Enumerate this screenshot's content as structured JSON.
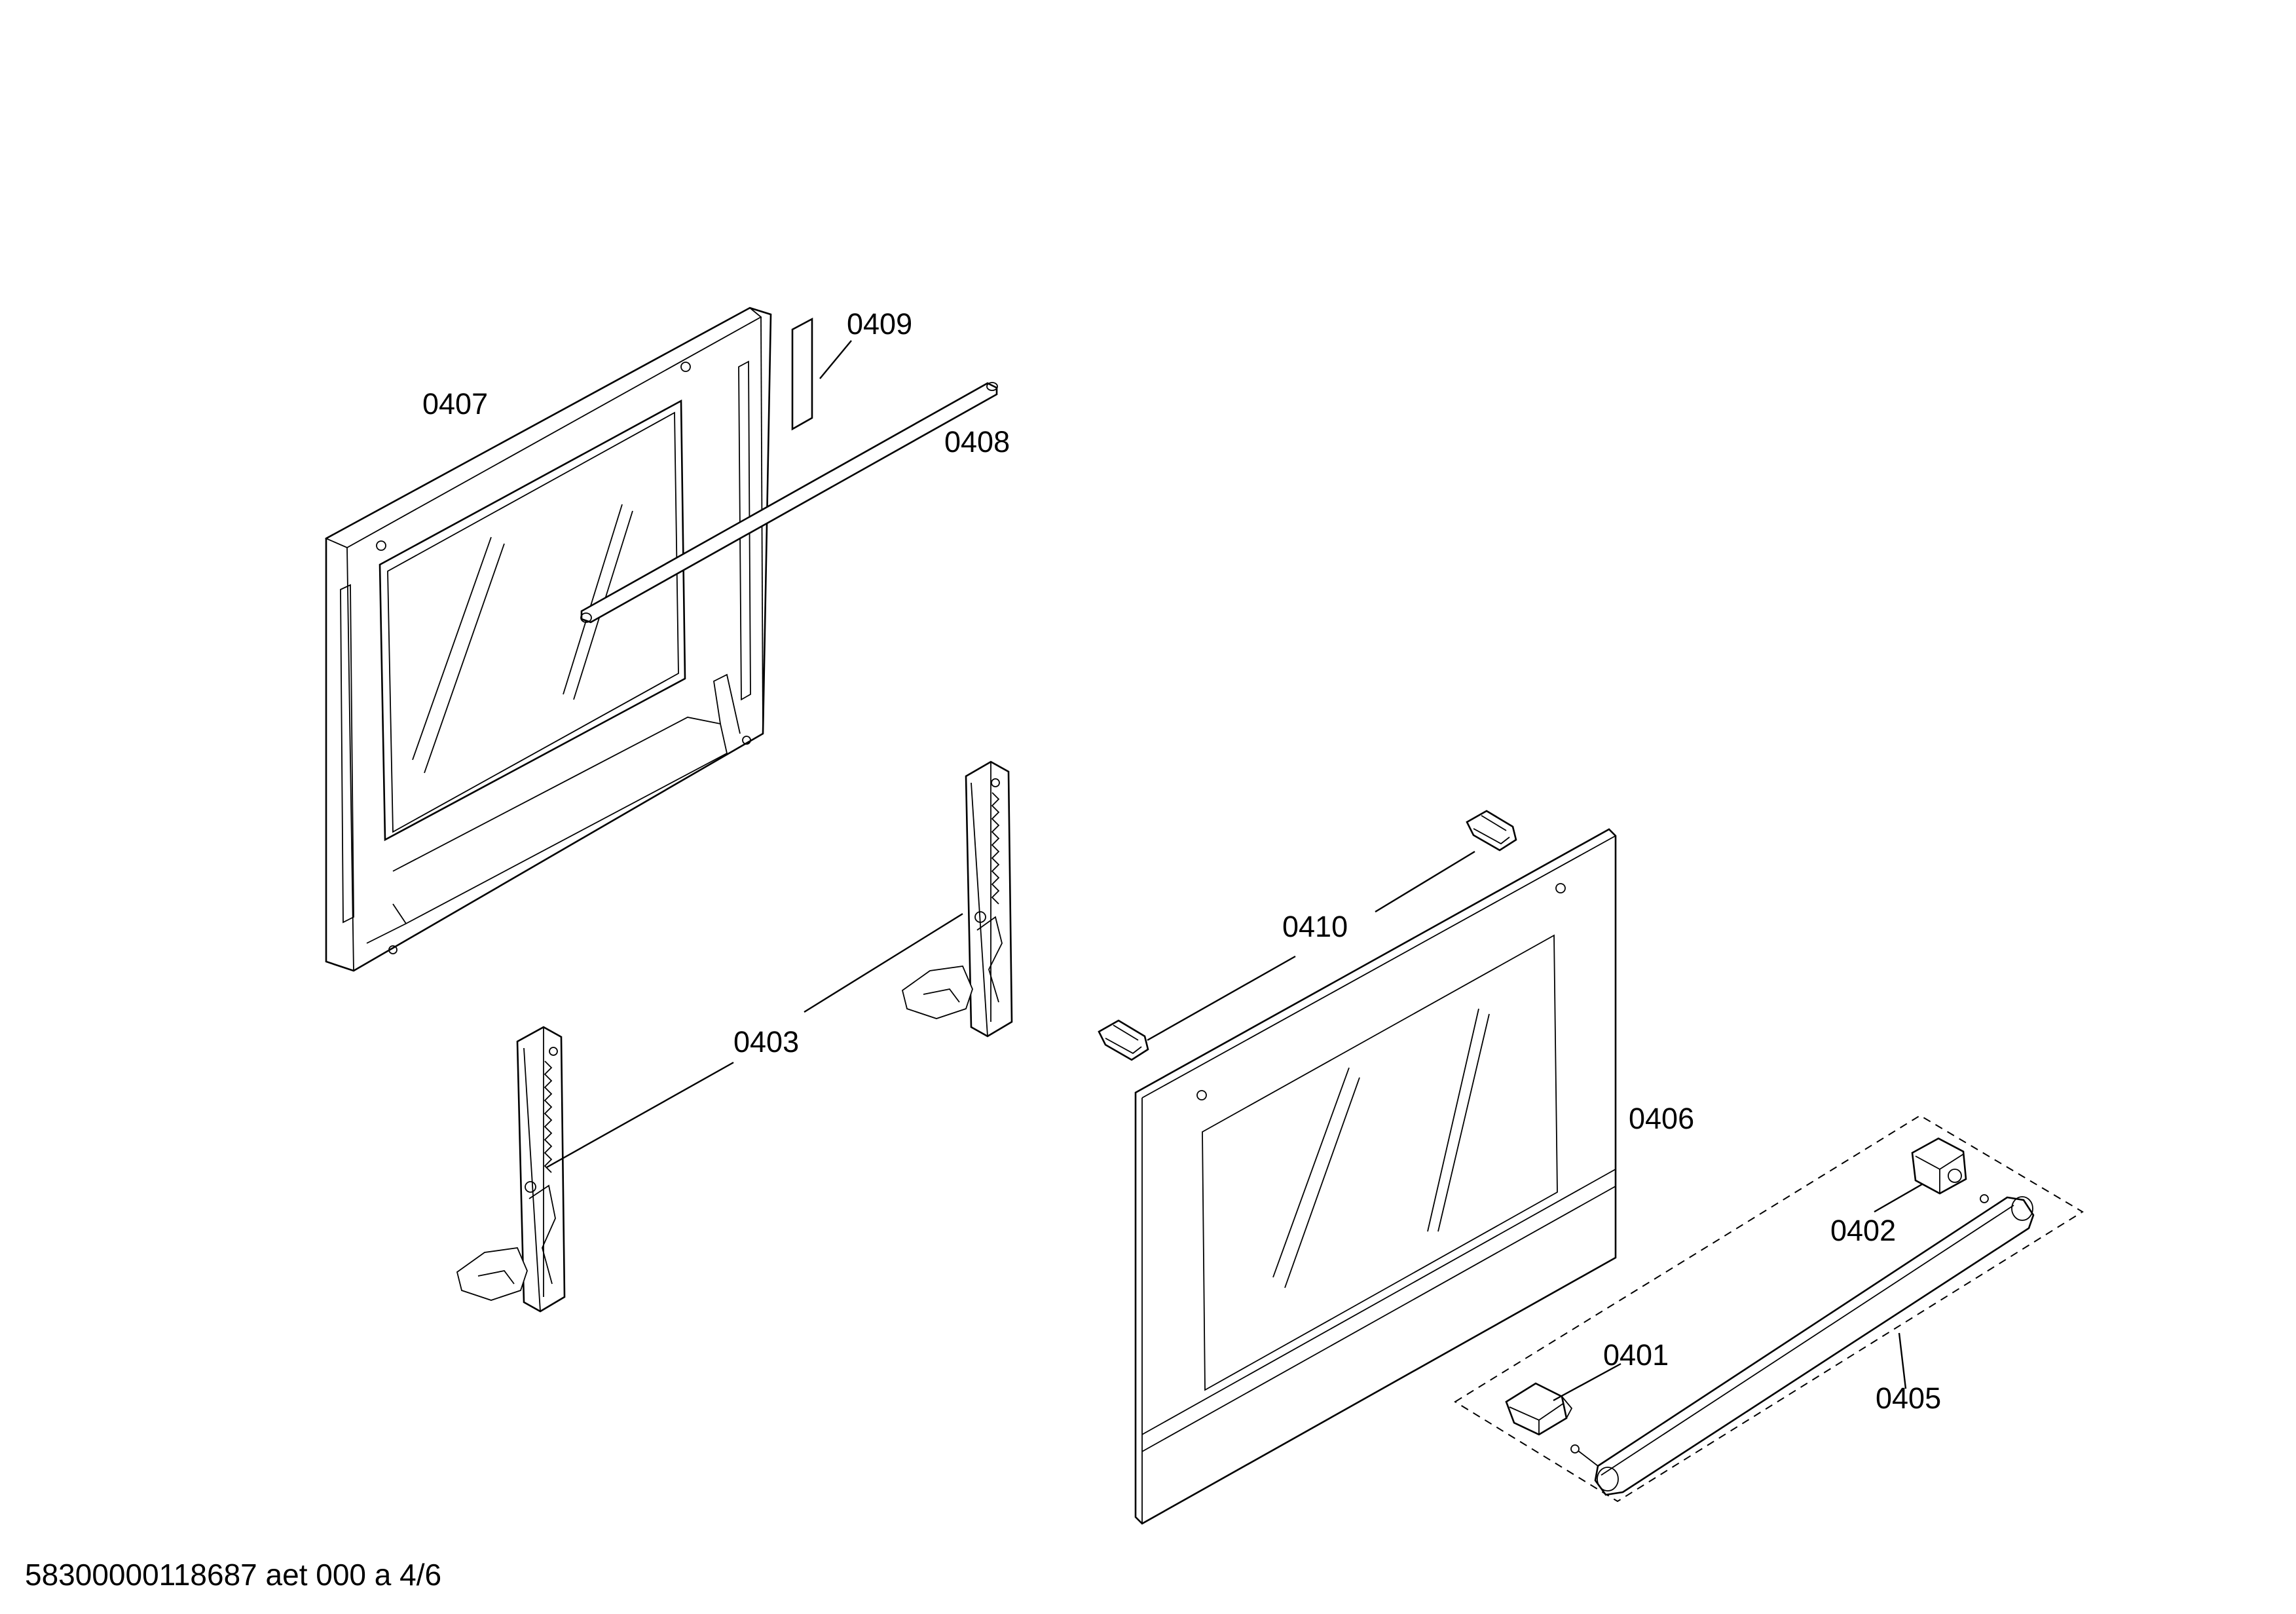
{
  "parts": {
    "p0401": "0401",
    "p0402": "0402",
    "p0403": "0403",
    "p0405": "0405",
    "p0406": "0406",
    "p0407": "0407",
    "p0408": "0408",
    "p0409": "0409",
    "p0410": "0410"
  },
  "footer": {
    "doc_id": "58300000118687 aet 000 a 4/6"
  }
}
